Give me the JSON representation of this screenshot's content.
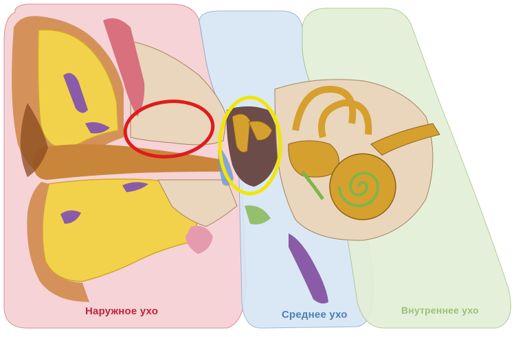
{
  "labels": {
    "outer_ear": "Наружное ухо",
    "middle_ear": "Среднее ухо",
    "inner_ear": "Внутреннее ухо"
  },
  "colors": {
    "outer_zone": "#f6d3d6",
    "middle_zone": "#d7e6f4",
    "inner_zone": "#e3efd6",
    "outer_text": "#c0243a",
    "middle_text": "#4c7fb8",
    "inner_text": "#8fbf6a",
    "red_marker": "#e01b1b",
    "yellow_marker": "#f2e600",
    "bone": "#e9d6bc",
    "cartilage": "#f2d24a",
    "canal": "#c9863a",
    "cochlea": "#d6a02e",
    "purple": "#8a5ca8",
    "pink": "#d88aa0"
  },
  "markers": [
    {
      "name": "red-ellipse",
      "color": "red"
    },
    {
      "name": "yellow-ellipse",
      "color": "yellow"
    }
  ]
}
